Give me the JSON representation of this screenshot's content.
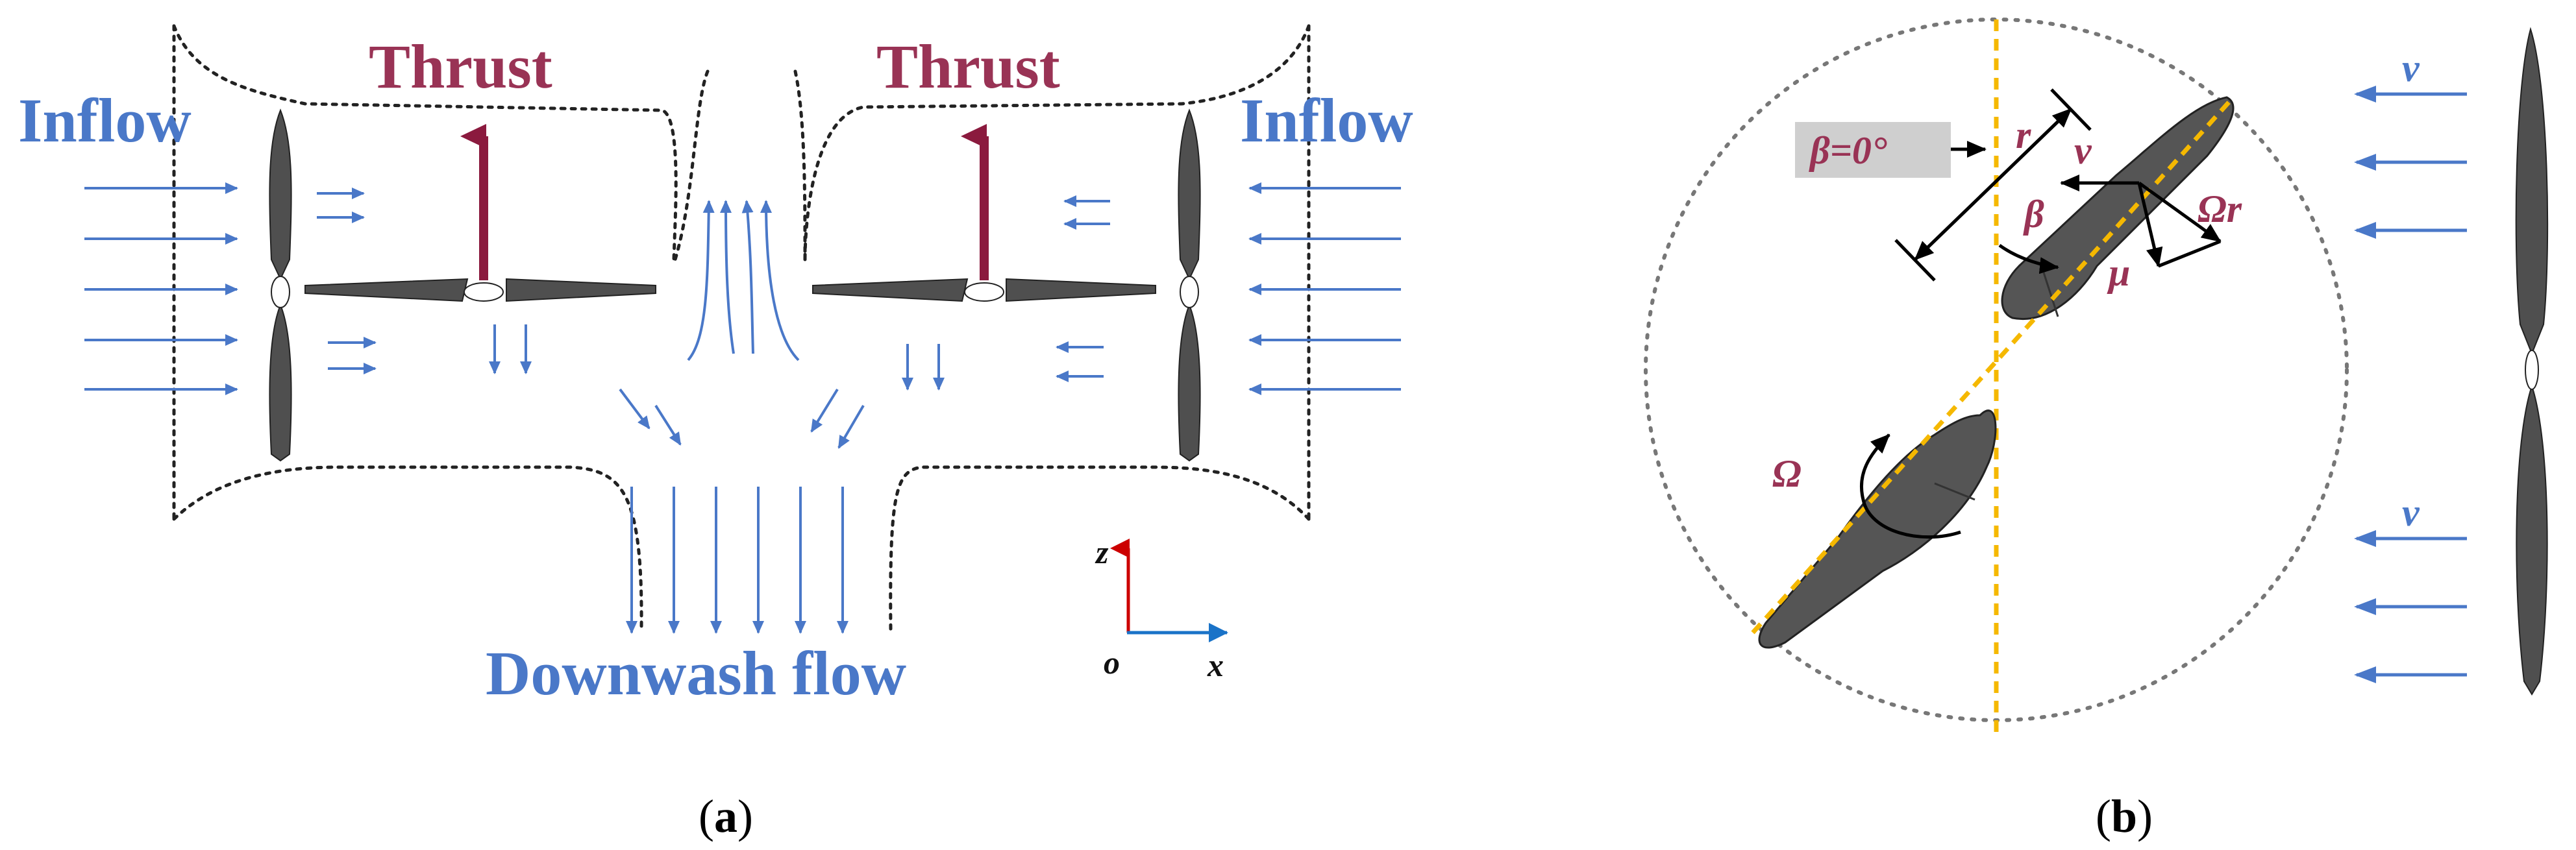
{
  "panel_a": {
    "inflow_left": "Inflow",
    "inflow_right": "Inflow",
    "thrust_left": "Thrust",
    "thrust_right": "Thrust",
    "downwash": "Downwash flow",
    "axis_z": "z",
    "axis_x": "x",
    "axis_o": "o",
    "caption_open": "(",
    "caption_letter": "a",
    "caption_close": ")"
  },
  "panel_b": {
    "beta_zero": "β=0°",
    "r": "r",
    "v": "v",
    "beta": "β",
    "omega_r": "Ωr",
    "mu": "μ",
    "omega": "Ω",
    "v_top": "v",
    "v_bottom": "v",
    "caption_open": "(",
    "caption_letter": "b",
    "caption_close": ")"
  },
  "colors": {
    "flow_blue": "#4a78c8",
    "thrust_red": "#8b1a3e",
    "label_red": "#993355",
    "dashed_yellow": "#f5b800",
    "blade_gray": "#555555",
    "z_axis_red": "#cc0000",
    "x_axis_blue": "#1a73c8"
  }
}
